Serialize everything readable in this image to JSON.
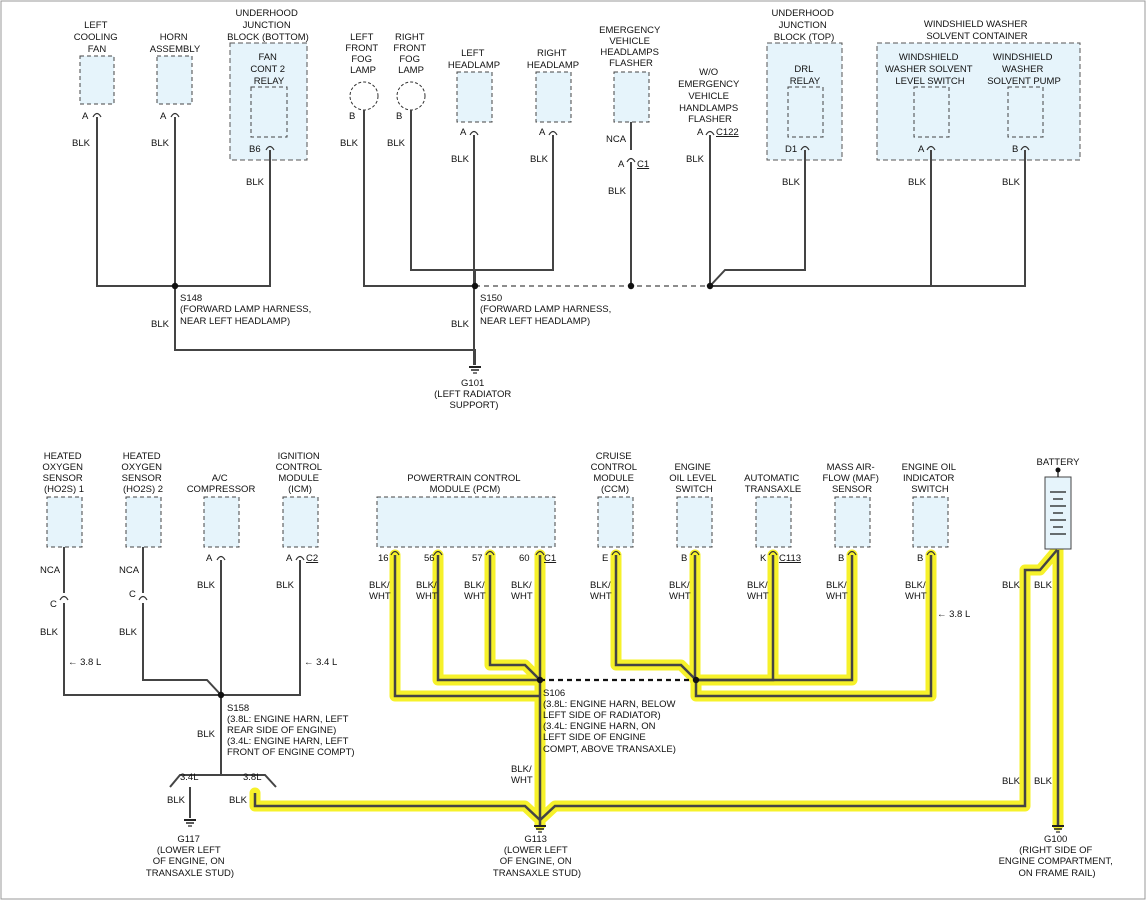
{
  "labels": {
    "left_cooling_fan": [
      "LEFT",
      "COOLING",
      "FAN"
    ],
    "horn_assembly": [
      "HORN",
      "ASSEMBLY"
    ],
    "uhjb_bottom": [
      "UNDERHOOD",
      "JUNCTION",
      "BLOCK (BOTTOM)"
    ],
    "fan_cont_relay": [
      "FAN",
      "CONT 2",
      "RELAY"
    ],
    "left_fog": [
      "LEFT",
      "FRONT",
      "FOG",
      "LAMP"
    ],
    "right_fog": [
      "RIGHT",
      "FRONT",
      "FOG",
      "LAMP"
    ],
    "left_headlamp": [
      "LEFT",
      "HEADLAMP"
    ],
    "right_headlamp": [
      "RIGHT",
      "HEADLAMP"
    ],
    "ev_flasher": [
      "EMERGENCY",
      "VEHICLE",
      "HEADLAMPS",
      "FLASHER"
    ],
    "wo_ev_flasher": [
      "W/O",
      "EMERGENCY",
      "VEHICLE",
      "HANDLAMPS",
      "FLASHER"
    ],
    "uhjb_top": [
      "UNDERHOOD",
      "JUNCTION",
      "BLOCK (TOP)"
    ],
    "drl_relay": [
      "DRL",
      "RELAY"
    ],
    "washer_container": [
      "WINDSHIELD WASHER",
      "SOLVENT CONTAINER"
    ],
    "washer_switch": [
      "WINDSHIELD",
      "WASHER SOLVENT",
      "LEVEL SWITCH"
    ],
    "washer_pump": [
      "WINDSHIELD",
      "WASHER",
      "SOLVENT PUMP"
    ],
    "s148": [
      "S148",
      "(FORWARD LAMP HARNESS,",
      "NEAR LEFT HEADLAMP)"
    ],
    "s150": [
      "S150",
      "(FORWARD LAMP HARNESS,",
      "NEAR LEFT HEADLAMP)"
    ],
    "g101": [
      "G101",
      "(LEFT RADIATOR",
      "SUPPORT)"
    ],
    "ho2s1": [
      "HEATED",
      "OXYGEN",
      "SENSOR",
      "(HO2S) 1"
    ],
    "ho2s2": [
      "HEATED",
      "OXYGEN",
      "SENSOR",
      "(HO2S) 2"
    ],
    "ac_comp": [
      "A/C",
      "COMPRESSOR"
    ],
    "icm": [
      "IGNITION",
      "CONTROL",
      "MODULE",
      "(ICM)"
    ],
    "pcm": [
      "POWERTRAIN CONTROL",
      "MODULE (PCM)"
    ],
    "ccm": [
      "CRUISE",
      "CONTROL",
      "MODULE",
      "(CCM)"
    ],
    "oil_level": [
      "ENGINE",
      "OIL LEVEL",
      "SWITCH"
    ],
    "transaxle": [
      "AUTOMATIC",
      "TRANSAXLE"
    ],
    "maf": [
      "MASS AIR-",
      "FLOW (MAF)",
      "SENSOR"
    ],
    "oil_ind": [
      "ENGINE OIL",
      "INDICATOR",
      "SWITCH"
    ],
    "battery": [
      "BATTERY"
    ],
    "s158": [
      "S158",
      "(3.8L: ENGINE HARN, LEFT",
      "REAR SIDE OF ENGINE)",
      "(3.4L: ENGINE HARN, LEFT",
      "FRONT OF ENGINE COMPT)"
    ],
    "s106": [
      "S106",
      "(3.8L: ENGINE HARN, BELOW",
      "LEFT SIDE OF RADIATOR)",
      "(3.4L: ENGINE HARN, ON",
      "LEFT SIDE OF ENGINE",
      "COMPT, ABOVE TRANSAXLE)"
    ],
    "g117": [
      "G117",
      "(LOWER LEFT",
      "OF ENGINE, ON",
      "TRANSAXLE STUD)"
    ],
    "g113": [
      "G113",
      "(LOWER LEFT",
      "OF ENGINE, ON",
      "TRANSAXLE STUD)"
    ],
    "g100": [
      "G100",
      "(RIGHT SIDE OF",
      "ENGINE COMPARTMENT,",
      "ON FRAME RAIL)"
    ]
  },
  "wire": {
    "blk": "BLK",
    "blk_wht": [
      "BLK/",
      "WHT"
    ],
    "nca": "NCA",
    "l38_arrow": "← 3.8 L",
    "l34_arrow": "← 3.4 L",
    "l34": "3.4L",
    "l38": "3.8L"
  },
  "pins": {
    "a": "A",
    "b": "B",
    "b6": "B6",
    "c": "C",
    "d1": "D1",
    "e": "E",
    "k": "K",
    "p16": "16",
    "p56": "56",
    "p57": "57",
    "p60": "60"
  },
  "connectors": {
    "c1": "C1",
    "c2": "C2",
    "c113": "C113",
    "c122": "C122"
  },
  "colors": {
    "highlight": "#f6f12a",
    "component_fill": "#e6f4fb",
    "wire": "#444444"
  }
}
